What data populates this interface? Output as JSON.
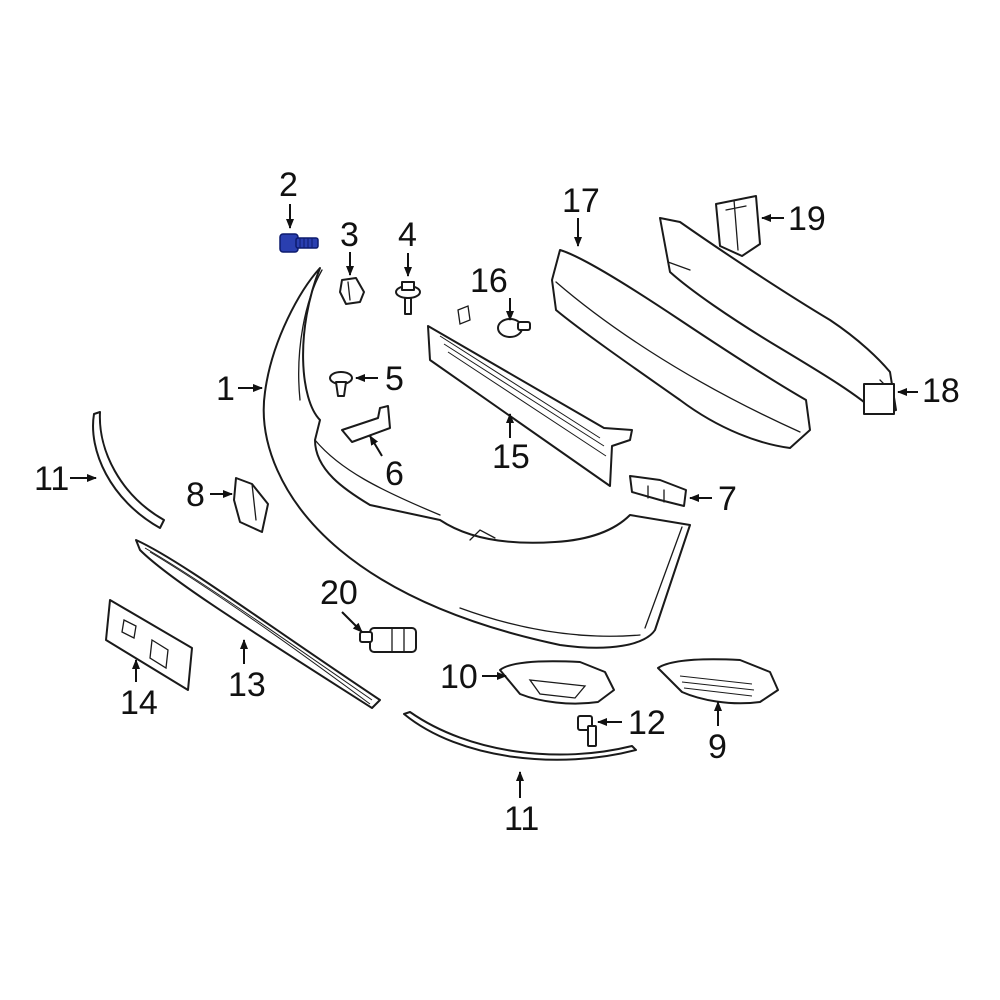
{
  "callouts": [
    "1",
    "2",
    "3",
    "4",
    "5",
    "6",
    "7",
    "8",
    "9",
    "10",
    "11",
    "11",
    "12",
    "13",
    "14",
    "15",
    "16",
    "17",
    "18",
    "19",
    "20"
  ],
  "highlight_color": "#2a3fb0",
  "line_color": "#1a1a1a"
}
